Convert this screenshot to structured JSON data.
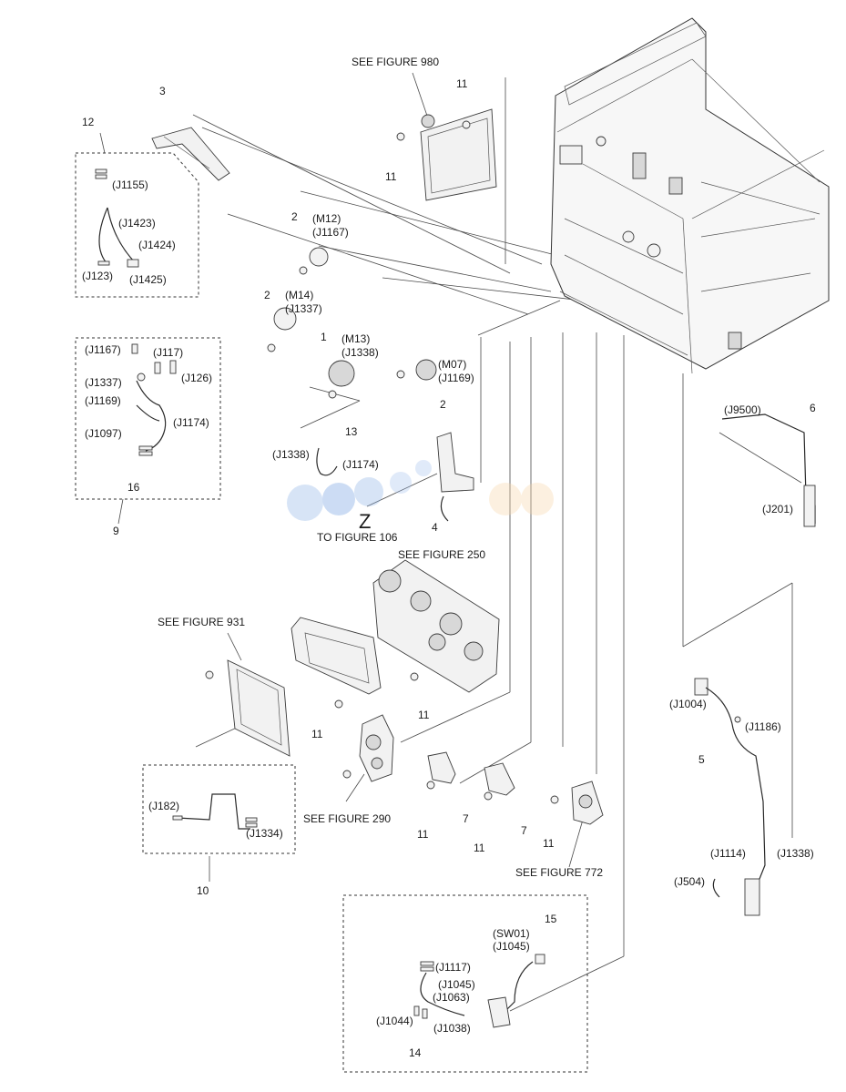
{
  "diagram": {
    "callouts": {
      "see_fig_980": "SEE FIGURE 980",
      "see_fig_250": "SEE FIGURE 250",
      "see_fig_931": "SEE FIGURE 931",
      "see_fig_290": "SEE FIGURE 290",
      "see_fig_772": "SEE FIGURE 772",
      "to_fig_106": "TO FIGURE 106",
      "z_marker": "Z"
    },
    "numbers": {
      "n1": "1",
      "n2a": "2",
      "n2b": "2",
      "n2c": "2",
      "n3": "3",
      "n4": "4",
      "n5": "5",
      "n6": "6",
      "n7a": "7",
      "n7b": "7",
      "n9": "9",
      "n10": "10",
      "n11a": "11",
      "n11b": "11",
      "n11c": "11",
      "n11d": "11",
      "n11e": "11",
      "n11f": "11",
      "n11g": "11",
      "n12": "12",
      "n13": "13",
      "n14": "14",
      "n15": "15",
      "n16": "16"
    },
    "connectors": {
      "j1155": "(J1155)",
      "j1423": "(J1423)",
      "j1424": "(J1424)",
      "j123": "(J123)",
      "j1425": "(J1425)",
      "m12": "(M12)",
      "j1167a": "(J1167)",
      "m14": "(M14)",
      "j1337a": "(J1337)",
      "m13": "(M13)",
      "j1338a": "(J1338)",
      "m07": "(M07)",
      "j1169a": "(J1169)",
      "j1167b": "(J1167)",
      "j117": "(J117)",
      "j1337b": "(J1337)",
      "j126": "(J126)",
      "j1169b": "(J1169)",
      "j1174a": "(J1174)",
      "j1097": "(J1097)",
      "j1338b": "(J1338)",
      "j1174b": "(J1174)",
      "j9500": "(J9500)",
      "j201": "(J201)",
      "j1004": "(J1004)",
      "j1186": "(J1186)",
      "j1114": "(J1114)",
      "j1338c": "(J1338)",
      "j504": "(J504)",
      "j182": "(J182)",
      "j1334": "(J1334)",
      "sw01": "(SW01)",
      "j1045a": "(J1045)",
      "j1117": "(J1117)",
      "j1045b": "(J1045)",
      "j1063": "(J1063)",
      "j1044": "(J1044)",
      "j1038": "(J1038)"
    }
  }
}
